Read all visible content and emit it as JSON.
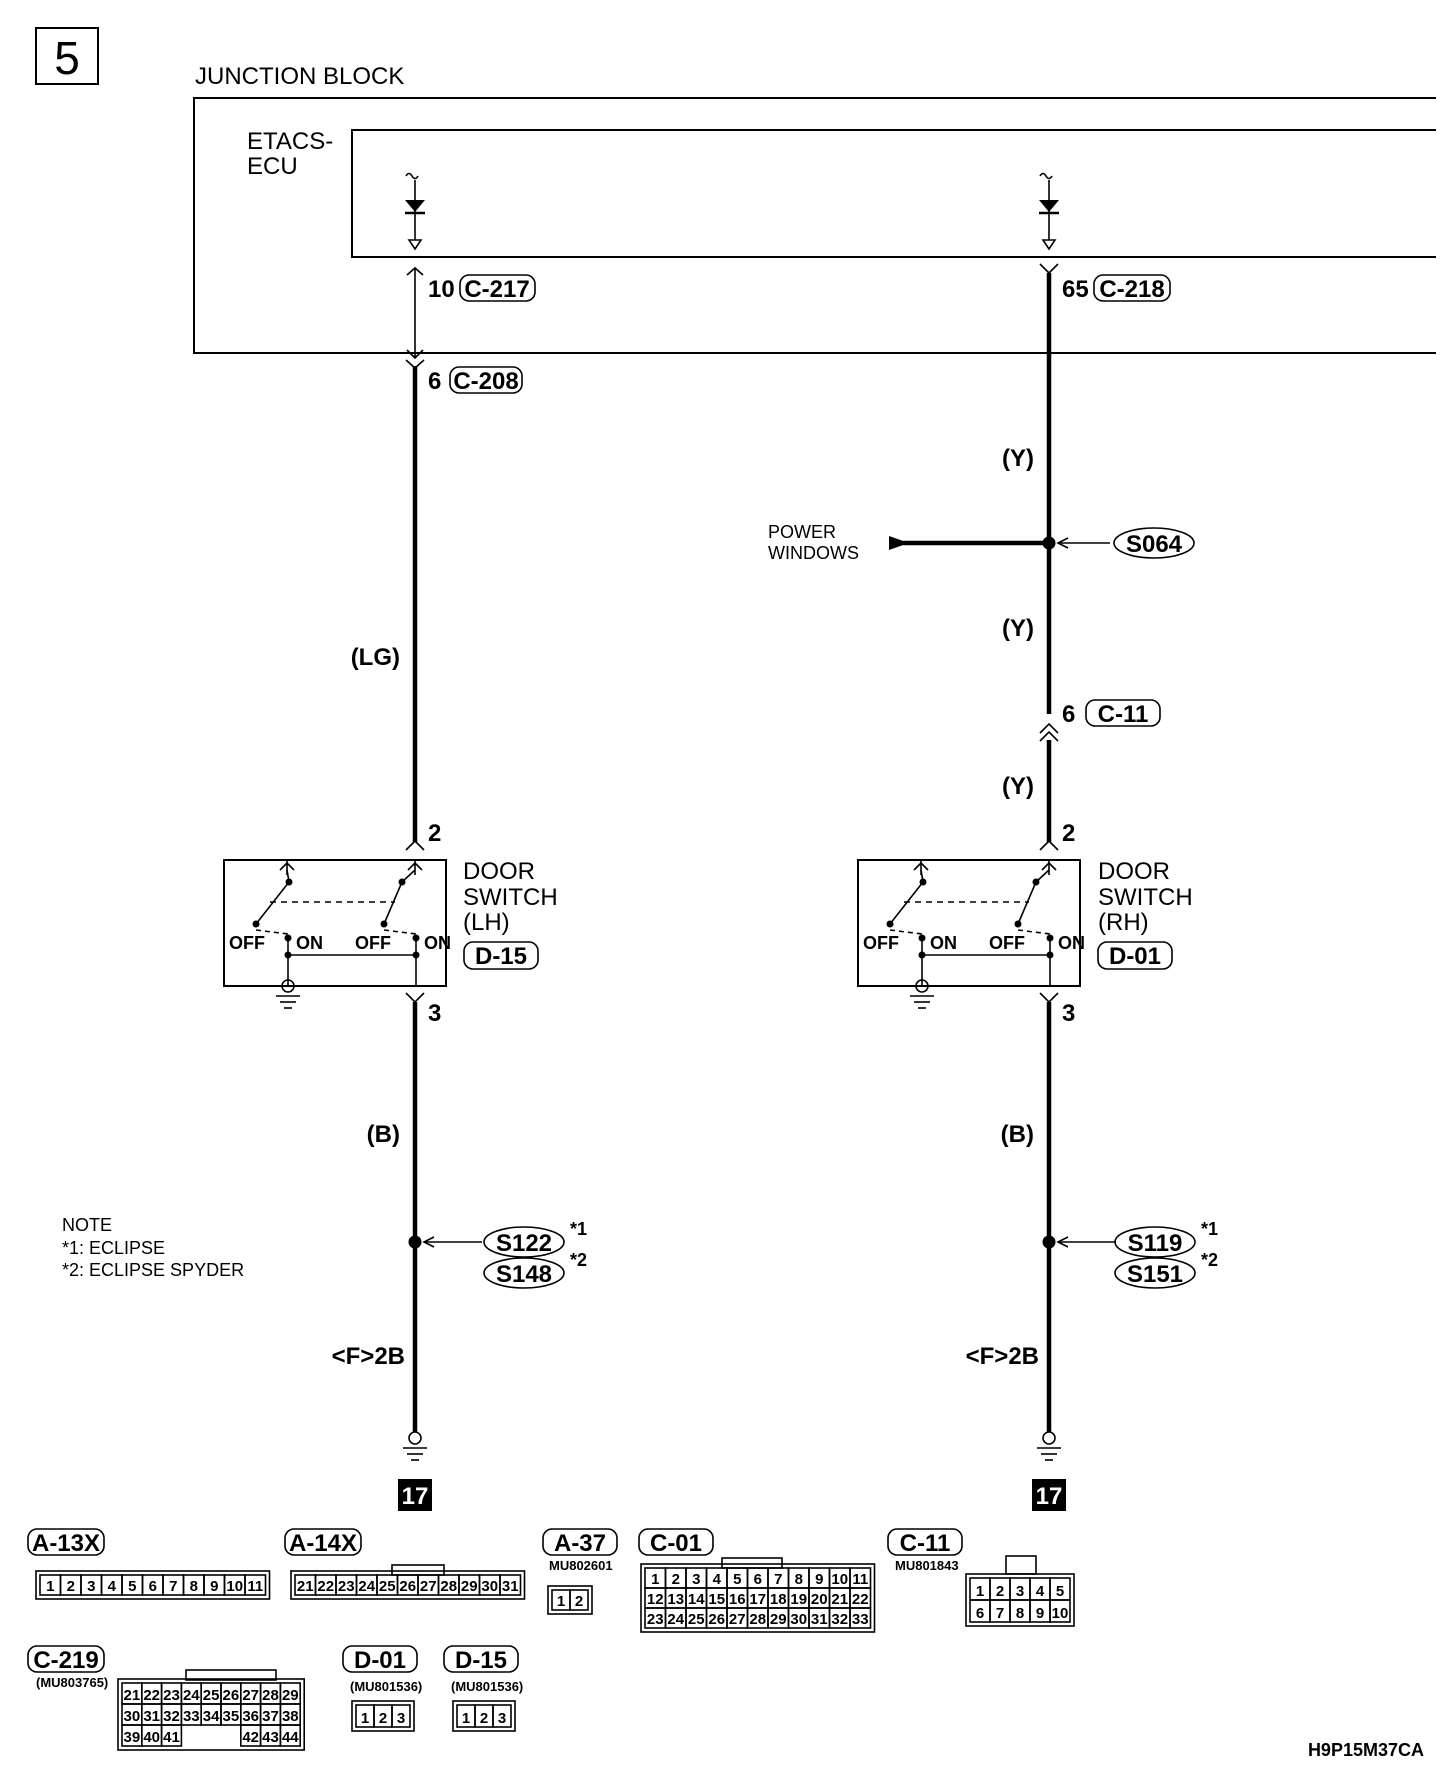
{
  "page_number": "5",
  "junction_block": "JUNCTION BLOCK",
  "etacs_ecu": [
    "ETACS-",
    "ECU"
  ],
  "left_circuit": {
    "ecu_pin": "10",
    "ecu_connector": "C-217",
    "jb_pin": "6",
    "jb_connector": "C-208",
    "wire_color_top": "(LG)",
    "switch_pin_top": "2",
    "switch_pin_bottom": "3",
    "switch_name": [
      "DOOR",
      "SWITCH",
      "(LH)"
    ],
    "switch_connector": "D-15",
    "wire_color_bottom": "(B)",
    "splice_1": "S122",
    "splice_2": "S148",
    "ground_ref": "<F>2B",
    "ground_number": "17"
  },
  "right_circuit": {
    "ecu_pin": "65",
    "ecu_connector": "C-218",
    "wire_color_1": "(Y)",
    "splice": "S064",
    "branch_label": [
      "POWER",
      "WINDOWS"
    ],
    "wire_color_2": "(Y)",
    "inline_pin": "6",
    "inline_connector": "C-11",
    "wire_color_3": "(Y)",
    "switch_pin_top": "2",
    "switch_pin_bottom": "3",
    "switch_name": [
      "DOOR",
      "SWITCH",
      "(RH)"
    ],
    "switch_connector": "D-01",
    "wire_color_bottom": "(B)",
    "splice_1": "S119",
    "splice_2": "S151",
    "ground_ref": "<F>2B",
    "ground_number": "17"
  },
  "switch_labels": {
    "off": "OFF",
    "on": "ON"
  },
  "superscripts": {
    "star1": "*1",
    "star2": "*2"
  },
  "note": {
    "title": "NOTE",
    "line1": "*1: ECLIPSE",
    "line2": "*2: ECLIPSE SPYDER"
  },
  "connectors": {
    "a13x": {
      "name": "A-13X",
      "rows": [
        [
          "1",
          "2",
          "3",
          "4",
          "5",
          "6",
          "7",
          "8",
          "9",
          "10",
          "11"
        ]
      ]
    },
    "a14x": {
      "name": "A-14X",
      "rows": [
        [
          "21",
          "22",
          "23",
          "24",
          "25",
          "26",
          "27",
          "28",
          "29",
          "30",
          "31"
        ]
      ]
    },
    "a37": {
      "name": "A-37",
      "part": "MU802601",
      "rows": [
        [
          "1",
          "2"
        ]
      ]
    },
    "c01": {
      "name": "C-01",
      "rows": [
        [
          "1",
          "2",
          "3",
          "4",
          "5",
          "6",
          "7",
          "8",
          "9",
          "10",
          "11"
        ],
        [
          "12",
          "13",
          "14",
          "15",
          "16",
          "17",
          "18",
          "19",
          "20",
          "21",
          "22"
        ],
        [
          "23",
          "24",
          "25",
          "26",
          "27",
          "28",
          "29",
          "30",
          "31",
          "32",
          "33"
        ]
      ]
    },
    "c11": {
      "name": "C-11",
      "part": "MU801843",
      "rows": [
        [
          "1",
          "2",
          "3",
          "4",
          "5"
        ],
        [
          "6",
          "7",
          "8",
          "9",
          "10"
        ]
      ]
    },
    "c219": {
      "name": "C-219",
      "part": "(MU803765)",
      "rows": [
        [
          "21",
          "22",
          "23",
          "24",
          "25",
          "26",
          "27",
          "28",
          "29"
        ],
        [
          "30",
          "31",
          "32",
          "33",
          "34",
          "35",
          "36",
          "37",
          "38"
        ],
        [
          "39",
          "40",
          "41",
          "",
          "",
          "",
          "42",
          "43",
          "44"
        ]
      ]
    },
    "d01": {
      "name": "D-01",
      "part": "(MU801536)",
      "rows": [
        [
          "1",
          "2",
          "3"
        ]
      ]
    },
    "d15": {
      "name": "D-15",
      "part": "(MU801536)",
      "rows": [
        [
          "1",
          "2",
          "3"
        ]
      ]
    }
  },
  "figure_code": "H9P15M37CA"
}
